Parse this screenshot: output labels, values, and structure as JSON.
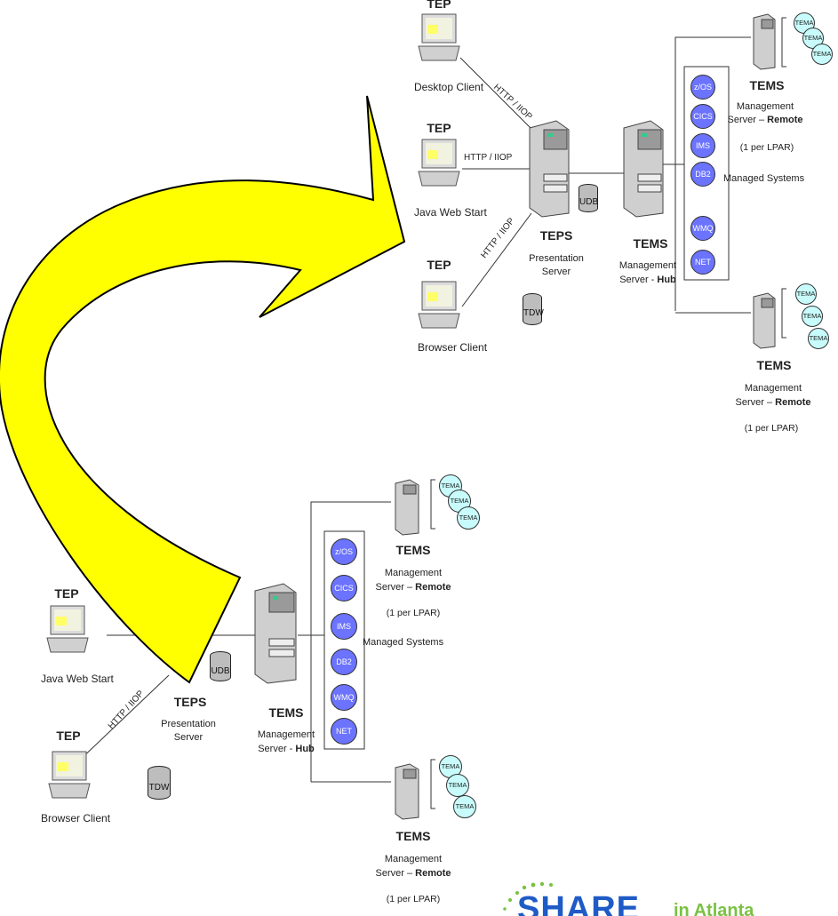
{
  "labels": {
    "tep": "TEP",
    "tems": "TEMS",
    "teps": "TEPS",
    "desktop_client": "Desktop Client",
    "java_web_start": "Java Web Start",
    "browser_client": "Browser Client",
    "http_iiop": "HTTP / IIOP",
    "presentation_server": "Presentation Server",
    "management": "Management",
    "server_dash": "Server –",
    "remote": "Remote",
    "hub_prefix": "Server -",
    "hub": "Hub",
    "per_lpar": "(1 per LPAR)",
    "managed_systems": "Managed Systems",
    "udb": "UDB",
    "tdw": "TDW",
    "tema": "TEMA"
  },
  "managed_systems_list": [
    "z/OS",
    "CICS",
    "IMS",
    "DB2",
    "WMQ",
    "NET"
  ],
  "logo": {
    "brand": "SHARE",
    "location": "in Atlanta"
  },
  "colors": {
    "arrow_fill": "#ffff00",
    "managed_system_fill": "#6b73ff",
    "tema_fill": "#c8fcfc",
    "logo_blue": "#1e5bc6",
    "logo_green": "#7ac143"
  }
}
